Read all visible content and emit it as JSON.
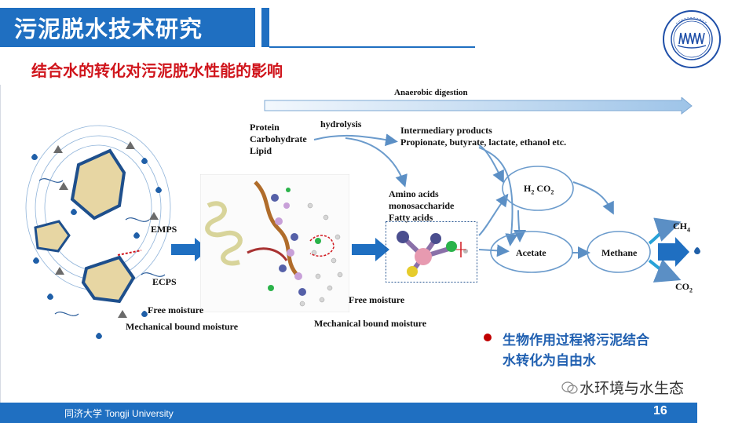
{
  "header": {
    "title": "污泥脱水技术研究",
    "subtitle": "结合水的转化对污泥脱水性能的影响"
  },
  "diagram": {
    "top_arrow_label": "Anaerobic digestion",
    "substrates": [
      "Protein",
      "Carbohydrate",
      "Lipid"
    ],
    "hydrolysis": "hydrolysis",
    "intermediary": [
      "Intermediary products",
      "Propionate, butyrate, lactate, ethanol etc."
    ],
    "monomers": [
      "Amino acids",
      "monosaccharide",
      "Fatty acids"
    ],
    "nodes": {
      "h2": "H",
      "h2_sub": "2",
      "co2": " CO",
      "co2_sub": "2",
      "acetate": "Acetate",
      "methane": "Methane"
    },
    "outputs": {
      "ch4": "CH",
      "ch4_sub": "4",
      "co2": "CO",
      "co2_sub": "2"
    },
    "floc_labels": {
      "emps": "EMPS",
      "ecps": "ECPS",
      "free_moisture_1": "Free moisture",
      "mech_bound_1": "Mechanical bound moisture",
      "free_moisture_2": "Free moisture",
      "mech_bound_2": "Mechanical bound moisture"
    }
  },
  "bullet": {
    "line1": "生物作用过程将污泥结合",
    "line2": "水转化为自由水"
  },
  "watermark": "水环境与水生态",
  "footer": {
    "university": "同济大学 Tongji University",
    "page": "16"
  },
  "colors": {
    "brand_blue": "#1f6fc1",
    "subtitle_red": "#d0151c",
    "bullet_text": "#1f5fb0",
    "bullet_dot": "#c00000"
  }
}
